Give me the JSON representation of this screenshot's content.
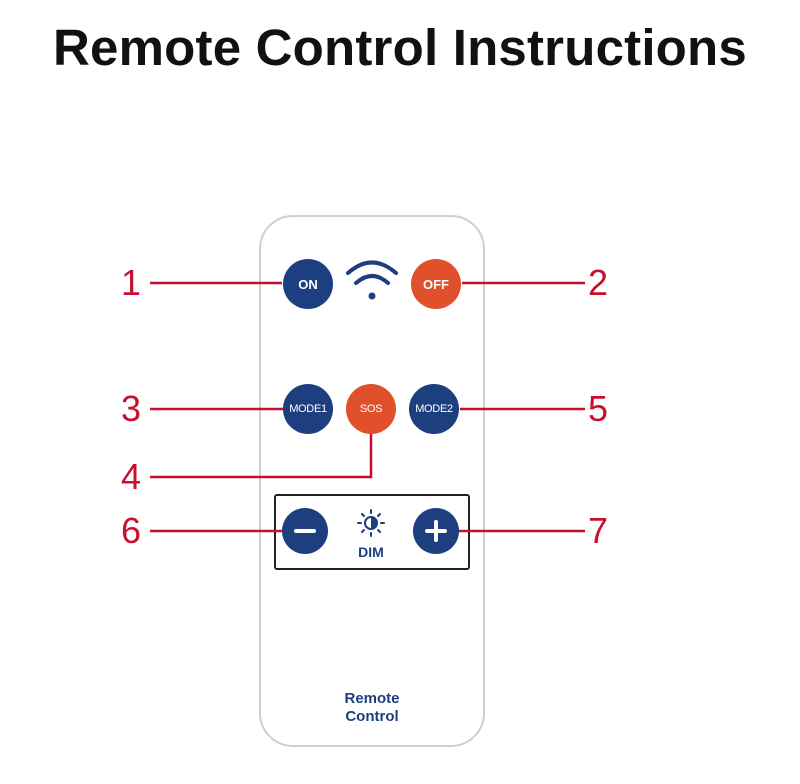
{
  "title": "Remote Control Instructions",
  "remote": {
    "label_line1": "Remote",
    "label_line2": "Control"
  },
  "buttons": {
    "on": "ON",
    "off": "OFF",
    "mode1": "MODE1",
    "sos": "SOS",
    "mode2": "MODE2",
    "dim_label": "DIM"
  },
  "callouts": [
    "1",
    "2",
    "3",
    "4",
    "5",
    "6",
    "7"
  ],
  "colors": {
    "button_blue": "#1d3f7f",
    "button_orange": "#e0502a",
    "callout_red": "#c8102e"
  },
  "icons": [
    "wifi-icon",
    "brightness-icon",
    "minus-icon",
    "plus-icon"
  ]
}
